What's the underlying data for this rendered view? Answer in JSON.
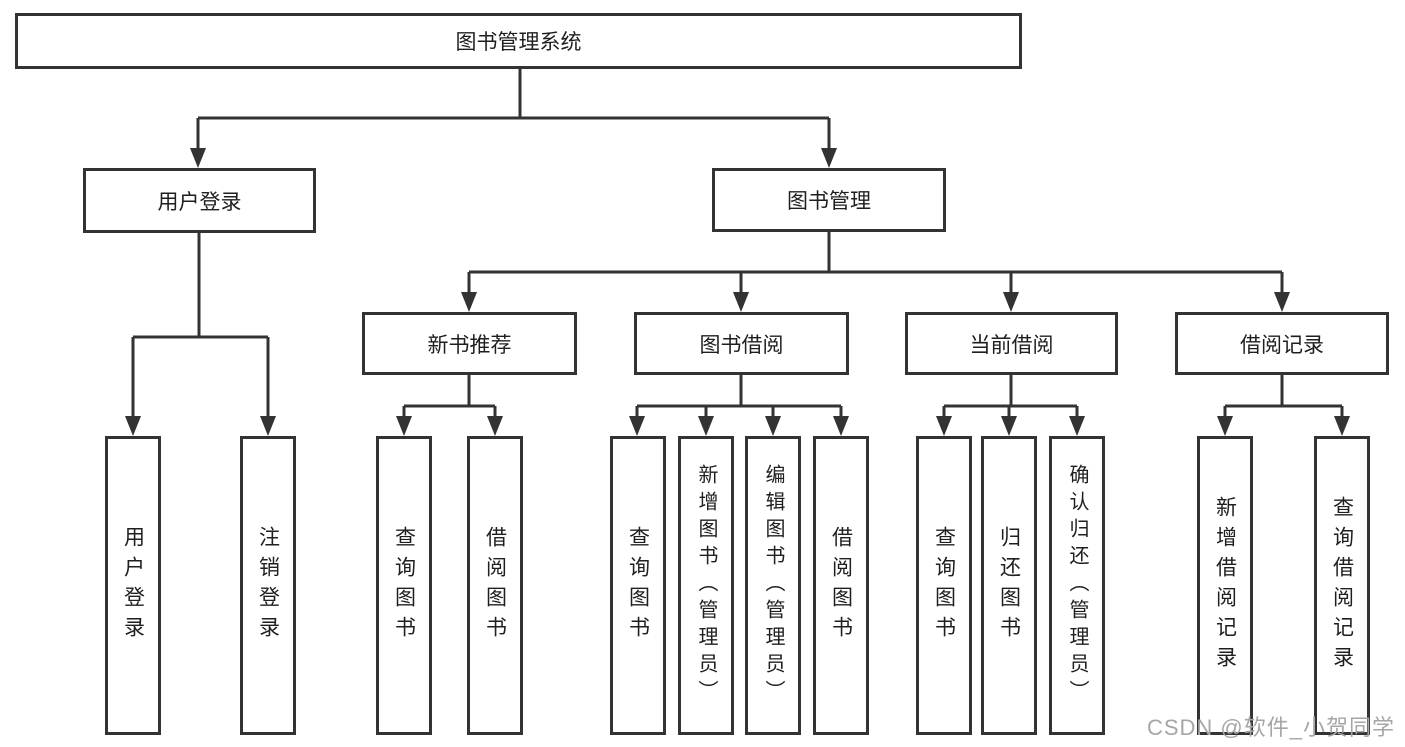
{
  "colors": {
    "line": "#333333",
    "box_border": "#333333",
    "box_background": "#ffffff",
    "text": "#1f1f1f",
    "watermark": "#a6a6a6"
  },
  "watermark": {
    "text": "CSDN @软件_小贺同学"
  },
  "tree": {
    "root": {
      "label": "图书管理系统"
    },
    "branches": [
      {
        "label": "用户登录",
        "children": [
          {
            "label": "用户登录"
          },
          {
            "label": "注销登录"
          }
        ]
      },
      {
        "label": "图书管理",
        "sections": [
          {
            "label": "新书推荐",
            "children": [
              {
                "label": "查询图书"
              },
              {
                "label": "借阅图书"
              }
            ]
          },
          {
            "label": "图书借阅",
            "children": [
              {
                "label": "查询图书"
              },
              {
                "label": "新增图书（管理员）"
              },
              {
                "label": "编辑图书（管理员）"
              },
              {
                "label": "借阅图书"
              }
            ]
          },
          {
            "label": "当前借阅",
            "children": [
              {
                "label": "查询图书"
              },
              {
                "label": "归还图书"
              },
              {
                "label": "确认归还（管理员）"
              }
            ]
          },
          {
            "label": "借阅记录",
            "children": [
              {
                "label": "新增借阅记录"
              },
              {
                "label": "查询借阅记录"
              }
            ]
          }
        ]
      }
    ]
  }
}
